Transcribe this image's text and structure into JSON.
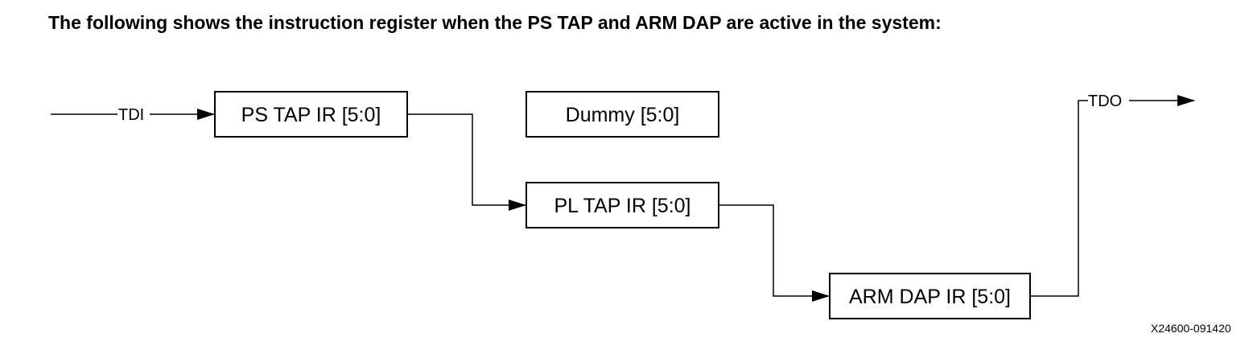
{
  "heading": "The following shows the instruction register when the PS TAP and ARM DAP are active in the system:",
  "diagram": {
    "input_signal": "TDI",
    "output_signal": "TDO",
    "registers": {
      "ps_tap_ir": "PS TAP IR [5:0]",
      "dummy": "Dummy [5:0]",
      "pl_tap_ir": "PL TAP IR [5:0]",
      "arm_dap_ir": "ARM DAP IR [5:0]"
    },
    "chain_order": [
      "PS TAP IR [5:0]",
      "PL TAP IR [5:0]",
      "ARM DAP IR [5:0]"
    ],
    "figure_id": "X24600-091420"
  }
}
